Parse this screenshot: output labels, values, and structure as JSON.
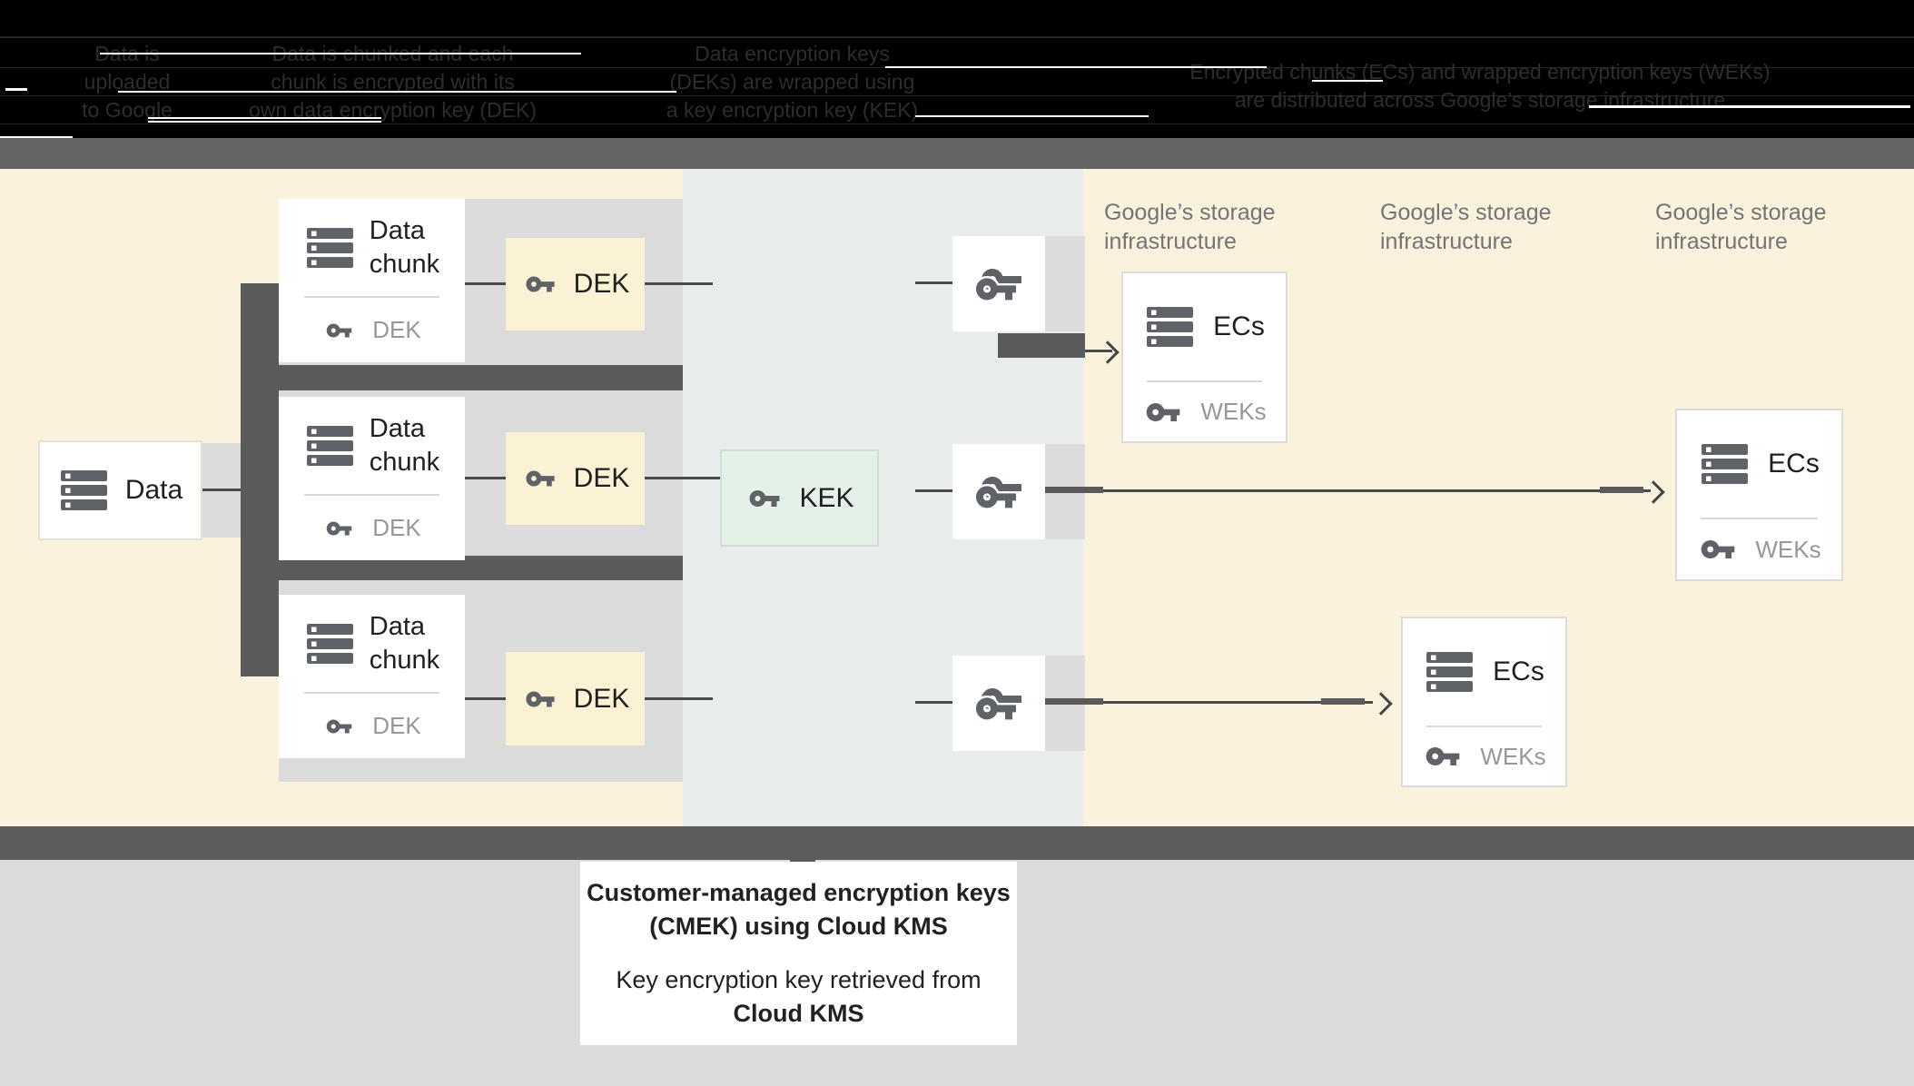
{
  "header": {
    "columns": [
      {
        "lines": [
          "Data is",
          "uploaded",
          "to Google"
        ]
      },
      {
        "lines": [
          "Data is chunked and each",
          "chunk is encrypted with its",
          "own data encryption key (DEK)"
        ]
      },
      {
        "lines": [
          "Data encryption keys",
          "(DEKs) are wrapped using",
          "a key encryption key (KEK)"
        ]
      },
      {
        "lines": [
          "Encrypted chunks (ECs) and wrapped encryption keys (WEKs)",
          "are distributed across Google’s storage infrastructure"
        ]
      }
    ]
  },
  "diagram": {
    "data_box": {
      "label": "Data"
    },
    "chunks": [
      {
        "title_line1": "Data",
        "title_line2": "chunk",
        "key_label": "DEK"
      },
      {
        "title_line1": "Data",
        "title_line2": "chunk",
        "key_label": "DEK"
      },
      {
        "title_line1": "Data",
        "title_line2": "chunk",
        "key_label": "DEK"
      }
    ],
    "dek_boxes": [
      {
        "label": "DEK"
      },
      {
        "label": "DEK"
      },
      {
        "label": "DEK"
      }
    ],
    "kek_box": {
      "label": "KEK"
    },
    "storage_labels": [
      {
        "line1": "Google’s storage",
        "line2": "infrastructure"
      },
      {
        "line1": "Google’s storage",
        "line2": "infrastructure"
      },
      {
        "line1": "Google’s storage",
        "line2": "infrastructure"
      }
    ],
    "ecs_boxes": [
      {
        "title": "ECs",
        "key_label": "WEKs"
      },
      {
        "title": "ECs",
        "key_label": "WEKs"
      },
      {
        "title": "ECs",
        "key_label": "WEKs"
      }
    ]
  },
  "caption": {
    "line1": "Customer-managed encryption keys",
    "line2": "(CMEK) using Cloud KMS",
    "line3": "Key encryption key retrieved from",
    "line4": "Cloud KMS"
  },
  "colors": {
    "background_cream": "#faf2dc",
    "panel_blue_gray": "#e8eced",
    "cluster_gray": "#dbdbdb",
    "kek_green": "#e4f1e9",
    "dek_yellow": "#fbf1d4",
    "dark_bar": "#5b5b5b",
    "top_bar": "#646464",
    "footer_gray": "#dcdcdc",
    "icon_gray": "#5f6368",
    "muted_text": "#95989c",
    "storage_label_text": "#747474"
  }
}
